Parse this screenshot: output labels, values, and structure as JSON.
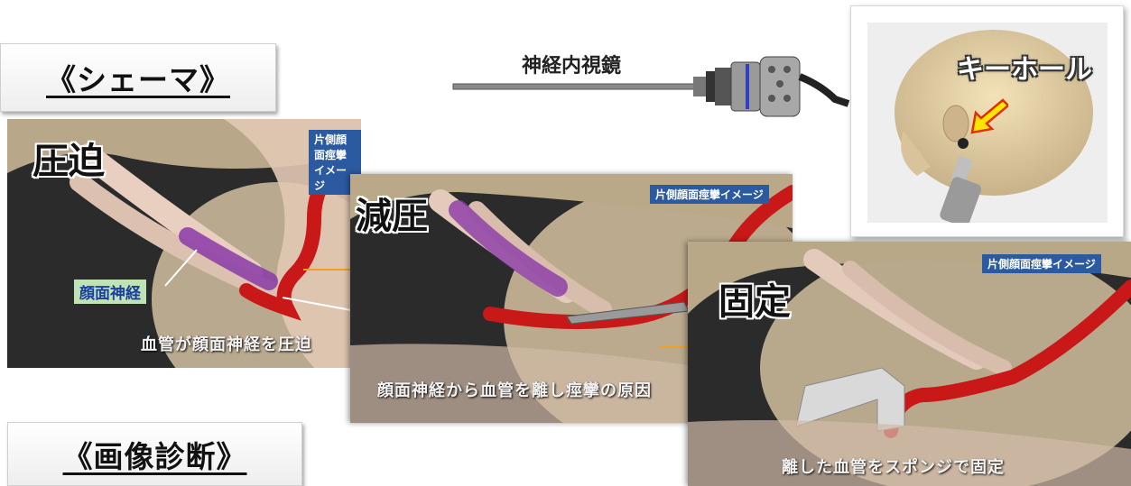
{
  "labels": {
    "schema": "《シェーマ》",
    "imaging": "《画像診断》"
  },
  "panels": {
    "compress": {
      "title": "圧迫",
      "tag": "片側顔面痙攣イメージ",
      "nerve_label": "顔面神経",
      "caption": "血管が顔面神経を圧迫"
    },
    "decompress": {
      "title": "減圧",
      "tag": "片側顔面痙攣イメージ",
      "caption": "顔面神経から血管を離し痙攣の原因"
    },
    "fix": {
      "title": "固定",
      "tag": "片側顔面痙攣イメージ",
      "caption": "離した血管をスポンジで固定"
    }
  },
  "endoscope": {
    "label": "神経内視鏡"
  },
  "keyhole": {
    "label": "キーホール"
  },
  "icons": {
    "step_arrow": "right-arrow-icon",
    "pointer": "yellow-arrow-icon"
  },
  "colors": {
    "vessel": "#c81818",
    "tag_bg": "#2c5aa0",
    "arrow": "#f0a020"
  }
}
